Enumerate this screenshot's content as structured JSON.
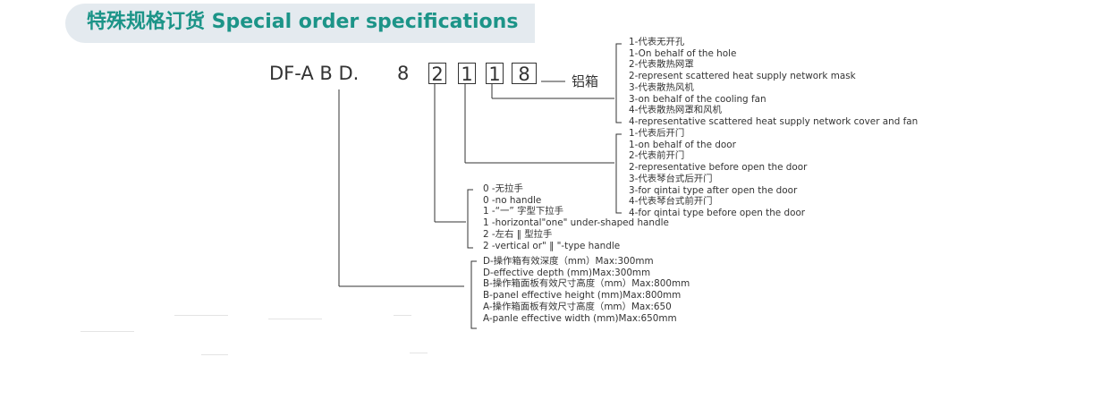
{
  "title": "特殊规格订货 Special order specifications",
  "model_prefix": "DF-A B D.",
  "code_digits": [
    "8",
    "2",
    "1",
    "1",
    "8"
  ],
  "material_label": "铝箱",
  "groups": {
    "hole_options": [
      "1-代表无开孔",
      "1-On behalf of the hole",
      "2-代表散热网罩",
      "2-represent scattered heat supply network mask",
      "3-代表散热风机",
      "3-on behalf of the cooling fan",
      "4-代表散热网罩和风机",
      "4-representative scattered heat supply network cover and fan"
    ],
    "door_options": [
      "1-代表后开门",
      "1-on behalf of the door",
      "2-代表前开门",
      "2-representative before open the door",
      "3-代表琴台式后开门",
      "3-for qintai type after open the door",
      "4-代表琴台式前开门",
      "4-for qintai type before open the door"
    ],
    "handle_options": [
      "0 -无拉手",
      "0 -no handle",
      "1 -“一” 字型下拉手",
      "1 -horizontal\"one\" under-shaped handle",
      "2 -左右 ‖ 型拉手",
      "2 -vertical or\" ‖ \"-type handle"
    ],
    "dimension_options": [
      "D-操作箱有效深度（mm）Max:300mm",
      "D-effective depth (mm)Max:300mm",
      "B-操作箱面板有效尺寸高度（mm）Max:800mm",
      "B-panel effective height (mm)Max:800mm",
      "A-操作箱面板有效尺寸高度（mm）Max:650",
      "A-panle effective width (mm)Max:650mm"
    ]
  }
}
